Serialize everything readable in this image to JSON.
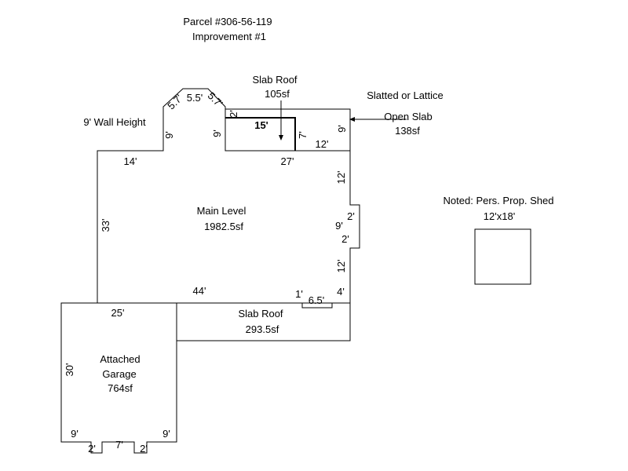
{
  "header": {
    "parcel": "Parcel #306-56-119",
    "improvement": "Improvement #1"
  },
  "wall_height": "9' Wall Height",
  "areas": {
    "main_level": {
      "name": "Main Level",
      "area": "1982.5sf"
    },
    "slab_roof_top": {
      "name": "Slab Roof",
      "area": "105sf"
    },
    "open_slab": {
      "note": "Slatted or Lattice",
      "name": "Open Slab",
      "area": "138sf"
    },
    "slab_roof_bottom": {
      "name": "Slab Roof",
      "area": "293.5sf"
    },
    "garage": {
      "line1": "Attached",
      "line2": "Garage",
      "area": "764sf"
    },
    "shed": {
      "note": "Noted: Pers. Prop. Shed",
      "size": "12'x18'"
    }
  },
  "dimensions": {
    "angled_left": "5.7'",
    "angled_top": "5.5'",
    "angled_right": "5.7'",
    "left_upper": "9'",
    "two_top": "2'",
    "nine_slab": "9'",
    "fifteen": "15'",
    "seven": "7'",
    "twelve_slab": "12'",
    "nine_open": "9'",
    "fourteen": "14'",
    "twenty_seven": "27'",
    "twelve_right_top": "12'",
    "thirty_three": "33'",
    "two_bump_top": "2'",
    "nine_bump": "9'",
    "two_bump_bottom": "2'",
    "twelve_right_bottom": "12'",
    "forty_four": "44'",
    "one": "1'",
    "four": "4'",
    "six_five": "6.5'",
    "twenty_five": "25'",
    "thirty": "30'",
    "nine_garage_left": "9'",
    "nine_garage_right": "9'",
    "two_garage_left": "2'",
    "seven_garage": "7'",
    "two_garage_right": "2'"
  }
}
